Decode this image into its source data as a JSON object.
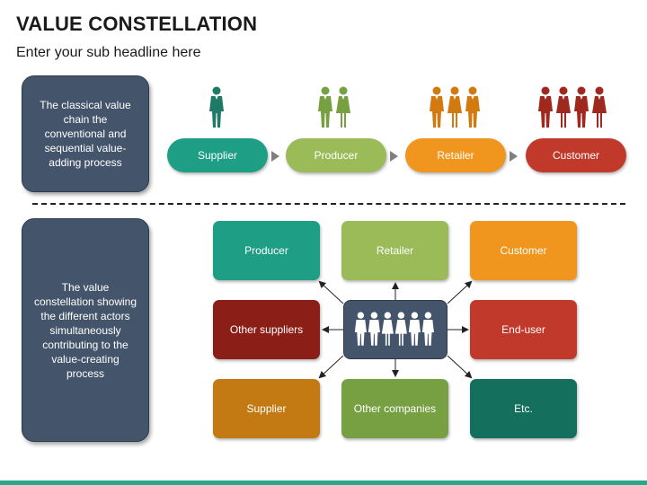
{
  "header": {
    "title": "VALUE CONSTELLATION",
    "subtitle": "Enter your sub headline here"
  },
  "side": {
    "top": "The classical value chain the conventional and sequential value-adding process",
    "bottom": "The value constellation showing the different actors simultaneously contributing to the value-creating process"
  },
  "chain": [
    {
      "label": "Supplier",
      "color": "#1e9e85",
      "figure_color": "#1e7a66",
      "count": 1
    },
    {
      "label": "Producer",
      "color": "#9bbb59",
      "figure_color": "#77a043",
      "count": 2
    },
    {
      "label": "Retailer",
      "color": "#f0961e",
      "figure_color": "#d27a10",
      "count": 3
    },
    {
      "label": "Customer",
      "color": "#c0392b",
      "figure_color": "#a0291f",
      "count": 4
    }
  ],
  "constellation": {
    "nodes": [
      {
        "label": "Producer",
        "color": "#1e9e85"
      },
      {
        "label": "Retailer",
        "color": "#9bbb59"
      },
      {
        "label": "Customer",
        "color": "#f0961e"
      },
      {
        "label": "Other suppliers",
        "color": "#8b1f17"
      },
      {
        "label": "End-user",
        "color": "#c0392b"
      },
      {
        "label": "Supplier",
        "color": "#c47a12"
      },
      {
        "label": "Other companies",
        "color": "#77a043"
      },
      {
        "label": "Etc.",
        "color": "#14705c"
      }
    ],
    "hub_color": "#44546a"
  },
  "colors": {
    "footer": "#2aa68a",
    "side_box": "#44546a"
  }
}
